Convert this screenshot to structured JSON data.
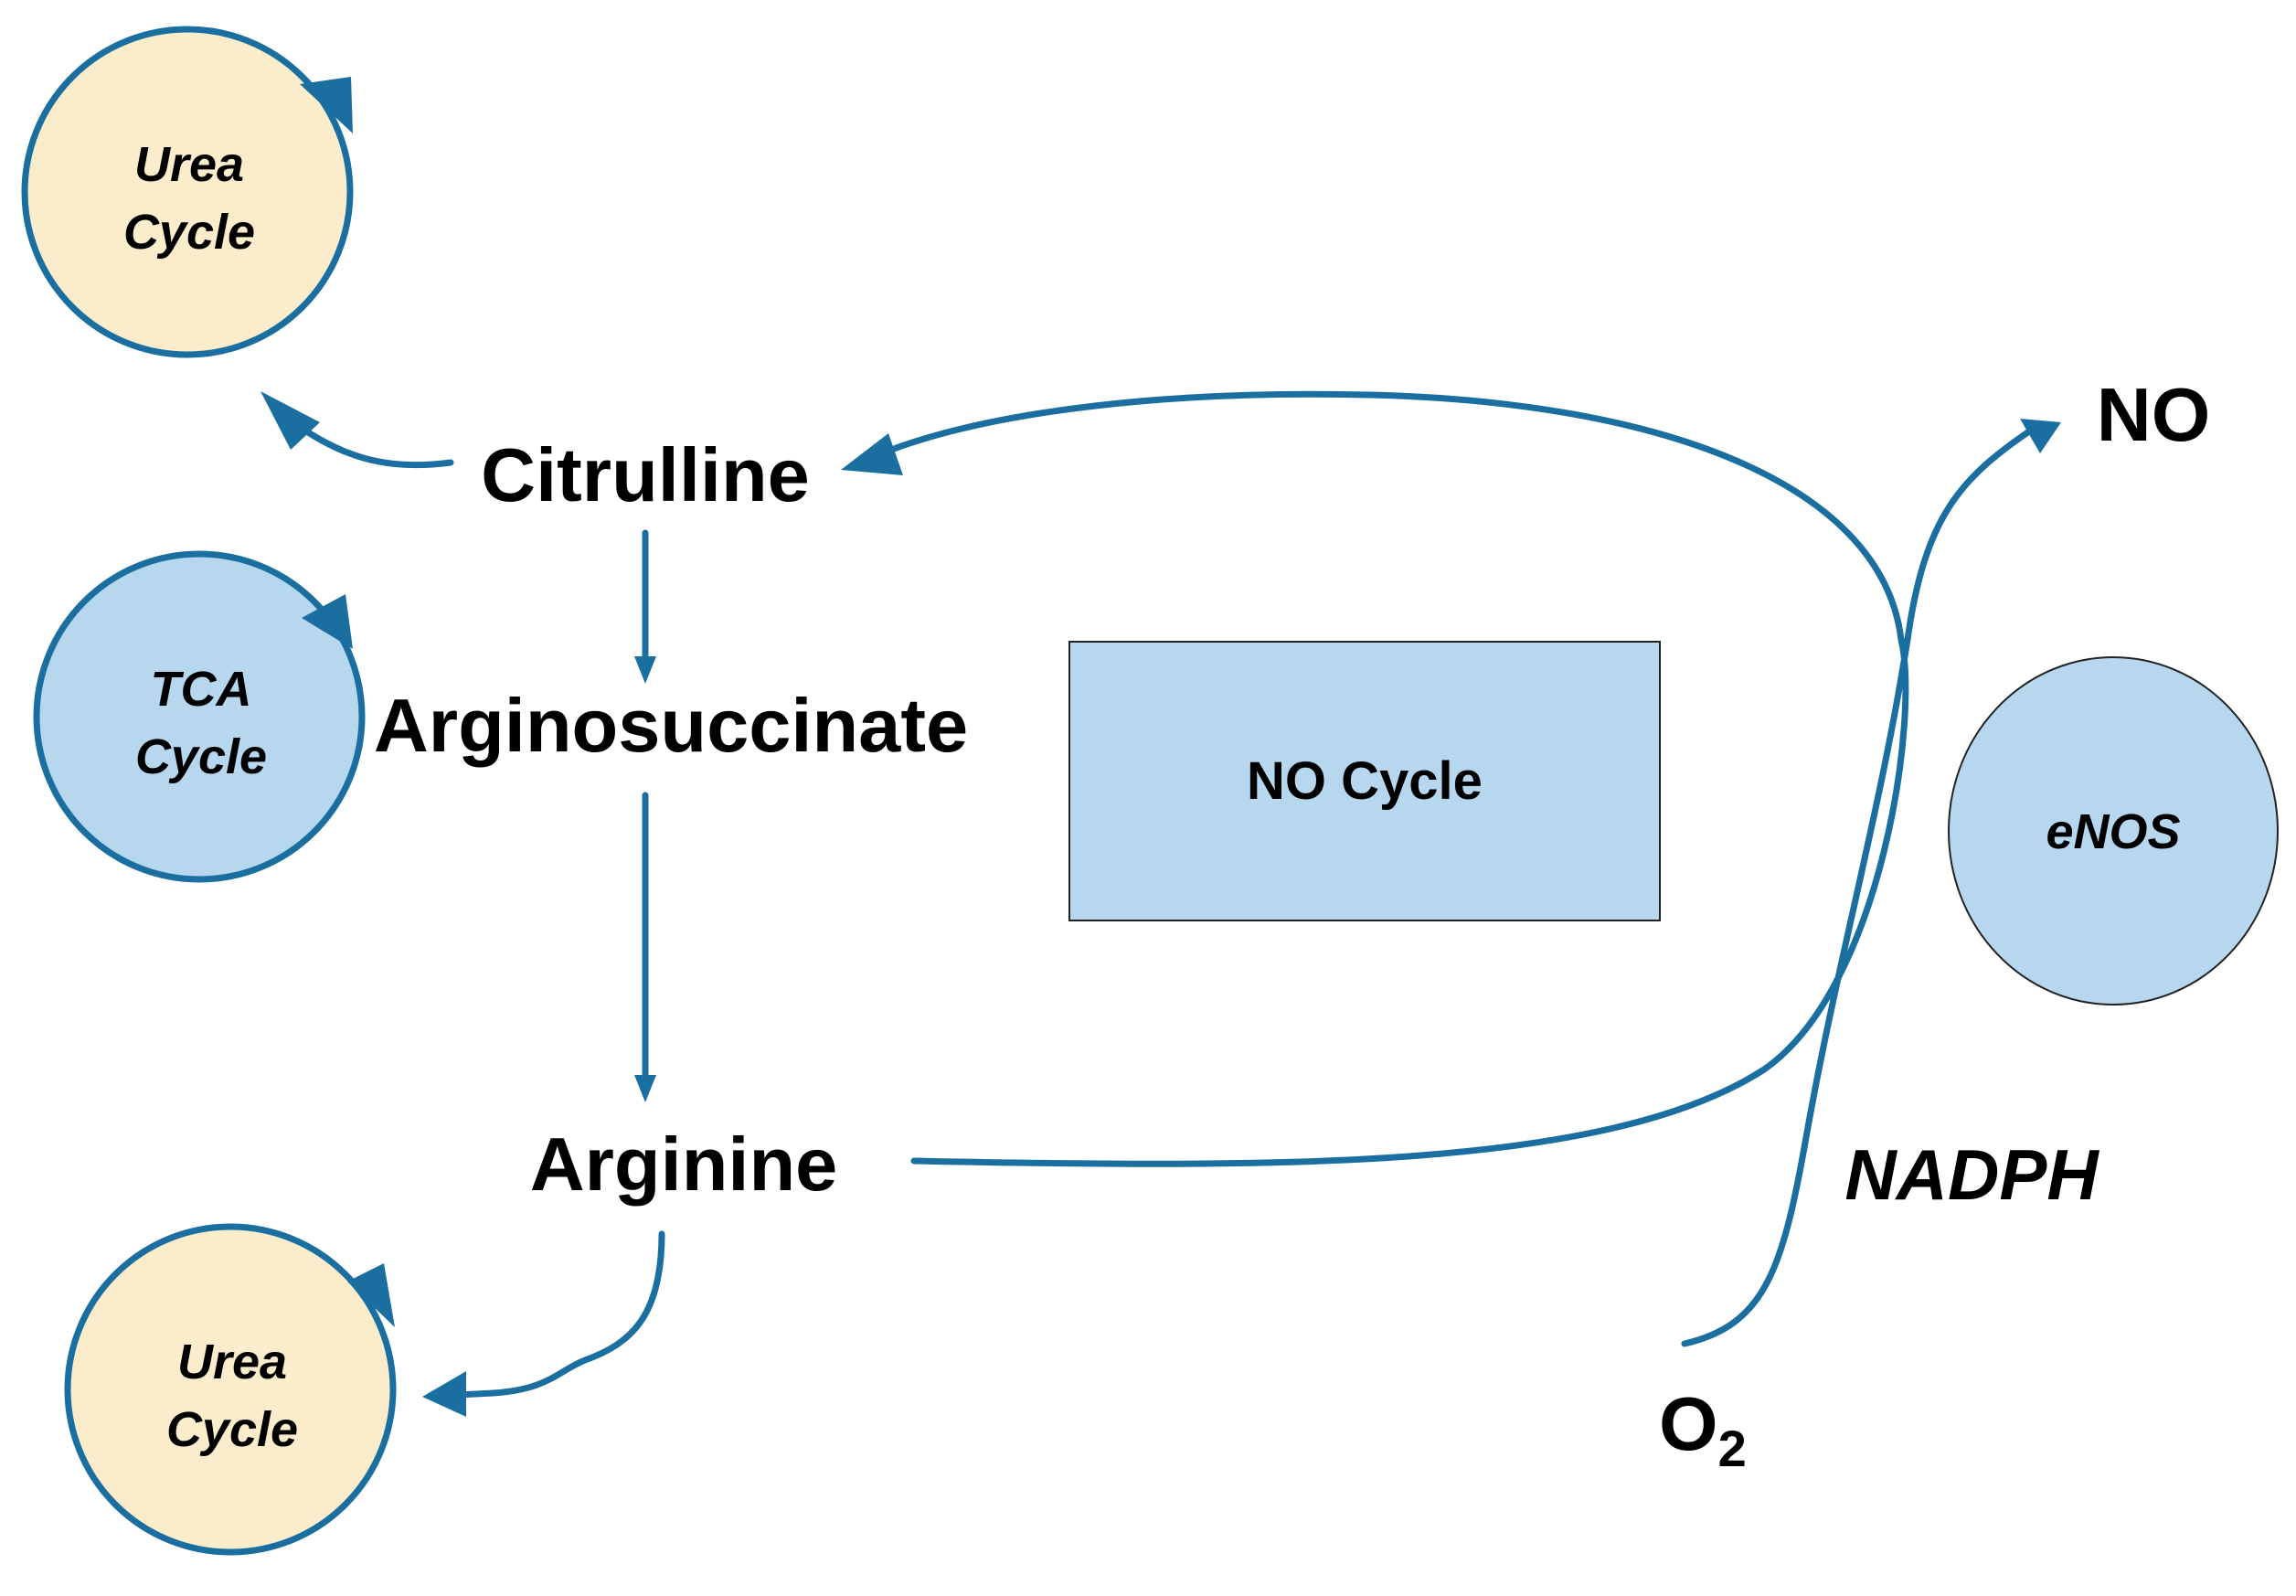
{
  "colors": {
    "arrow": "#1b6fa0",
    "urea_fill": "#fbedcc",
    "tca_fill": "#b6d7ee",
    "box_fill": "#b6d7ee",
    "enos_fill": "#b6d7ee",
    "enos_stroke": "#222222"
  },
  "cycles": {
    "urea_top": {
      "line1": "Urea",
      "line2": "Cycle"
    },
    "tca": {
      "line1": "TCA",
      "line2": "Cycle"
    },
    "urea_bottom": {
      "line1": "Urea",
      "line2": "Cycle"
    }
  },
  "nodes": {
    "citrulline": "Citrulline",
    "arginosuccinate": "Arginosuccinate",
    "arginine": "Arginine",
    "no": "NO",
    "o2_base": "O",
    "o2_sub": "2"
  },
  "box": {
    "label": "NO Cycle"
  },
  "enzyme": {
    "label": "eNOS"
  },
  "cofactor": {
    "label": "NADPH"
  }
}
